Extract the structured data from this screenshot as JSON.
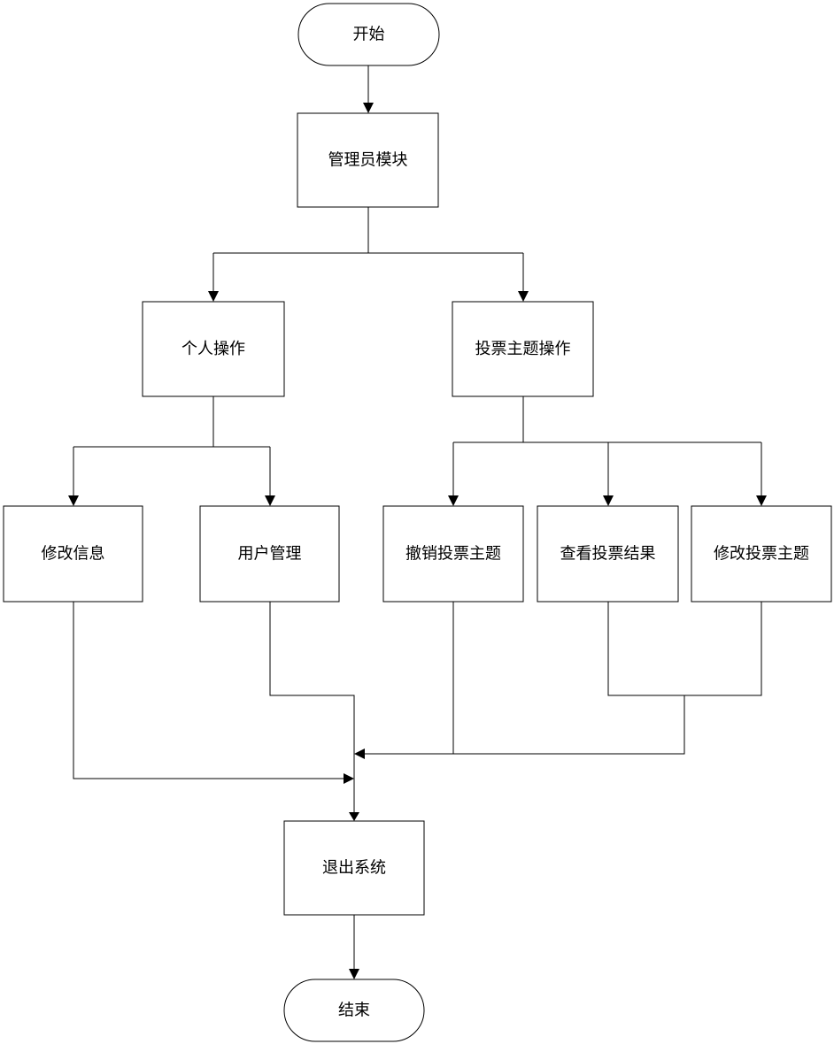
{
  "nodes": {
    "start": "开始",
    "admin_module": "管理员模块",
    "personal_ops": "个人操作",
    "vote_topic_ops": "投票主题操作",
    "modify_info": "修改信息",
    "user_management": "用户管理",
    "cancel_vote_topic": "撤销投票主题",
    "view_vote_results": "查看投票结果",
    "modify_vote_topic": "修改投票主题",
    "exit_system": "退出系统",
    "end": "结束"
  }
}
